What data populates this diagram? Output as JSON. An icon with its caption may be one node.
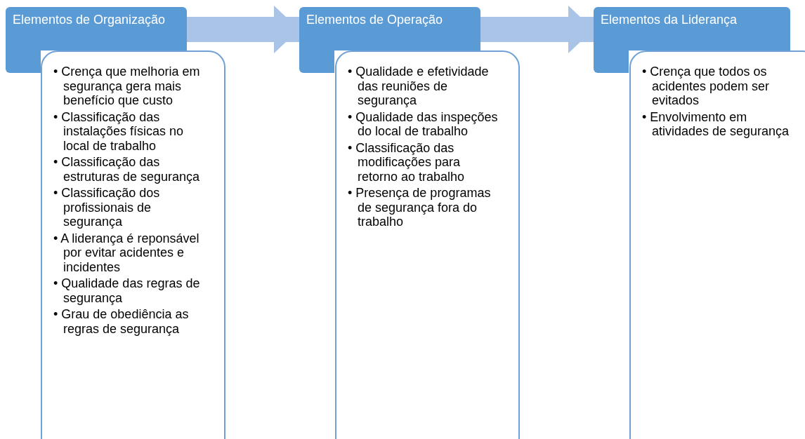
{
  "diagram": {
    "nodes": [
      {
        "text": [
          "Elementos de Organização"
        ]
      },
      {
        "text": [
          "• Crença que melhoria em segurança gera mais benefício que custo",
          "• Classificação das instalações físicas no local de trabalho",
          "• Classificação das estruturas de segurança",
          "• Classificação dos profissionais de segurança",
          "• A liderança é reponsável por evitar acidentes e incidentes",
          "• Qualidade das regras de segurança",
          "• Grau de obediência as regras de segurança"
        ]
      },
      {
        "text": [
          "Elementos de Operação"
        ]
      },
      {
        "text": [
          "• Qualidade e efetividade das reuniões  de segurança",
          "• Qualidade das inspeções do local de trabalho",
          "• Classificação das modificações para retorno ao trabalho",
          "• Presença de programas de segurança fora do trabalho"
        ]
      },
      {
        "text": [
          "Elementos da Liderança"
        ]
      },
      {
        "text": [
          "• Crença que todos os acidentes podem ser evitados",
          "• Envolvimento em atividades de segurança"
        ]
      }
    ],
    "edges": [
      {
        "from": 0,
        "to": 2,
        "arrow": "to"
      },
      {
        "from": 2,
        "to": 4,
        "arrow": "to"
      }
    ]
  }
}
